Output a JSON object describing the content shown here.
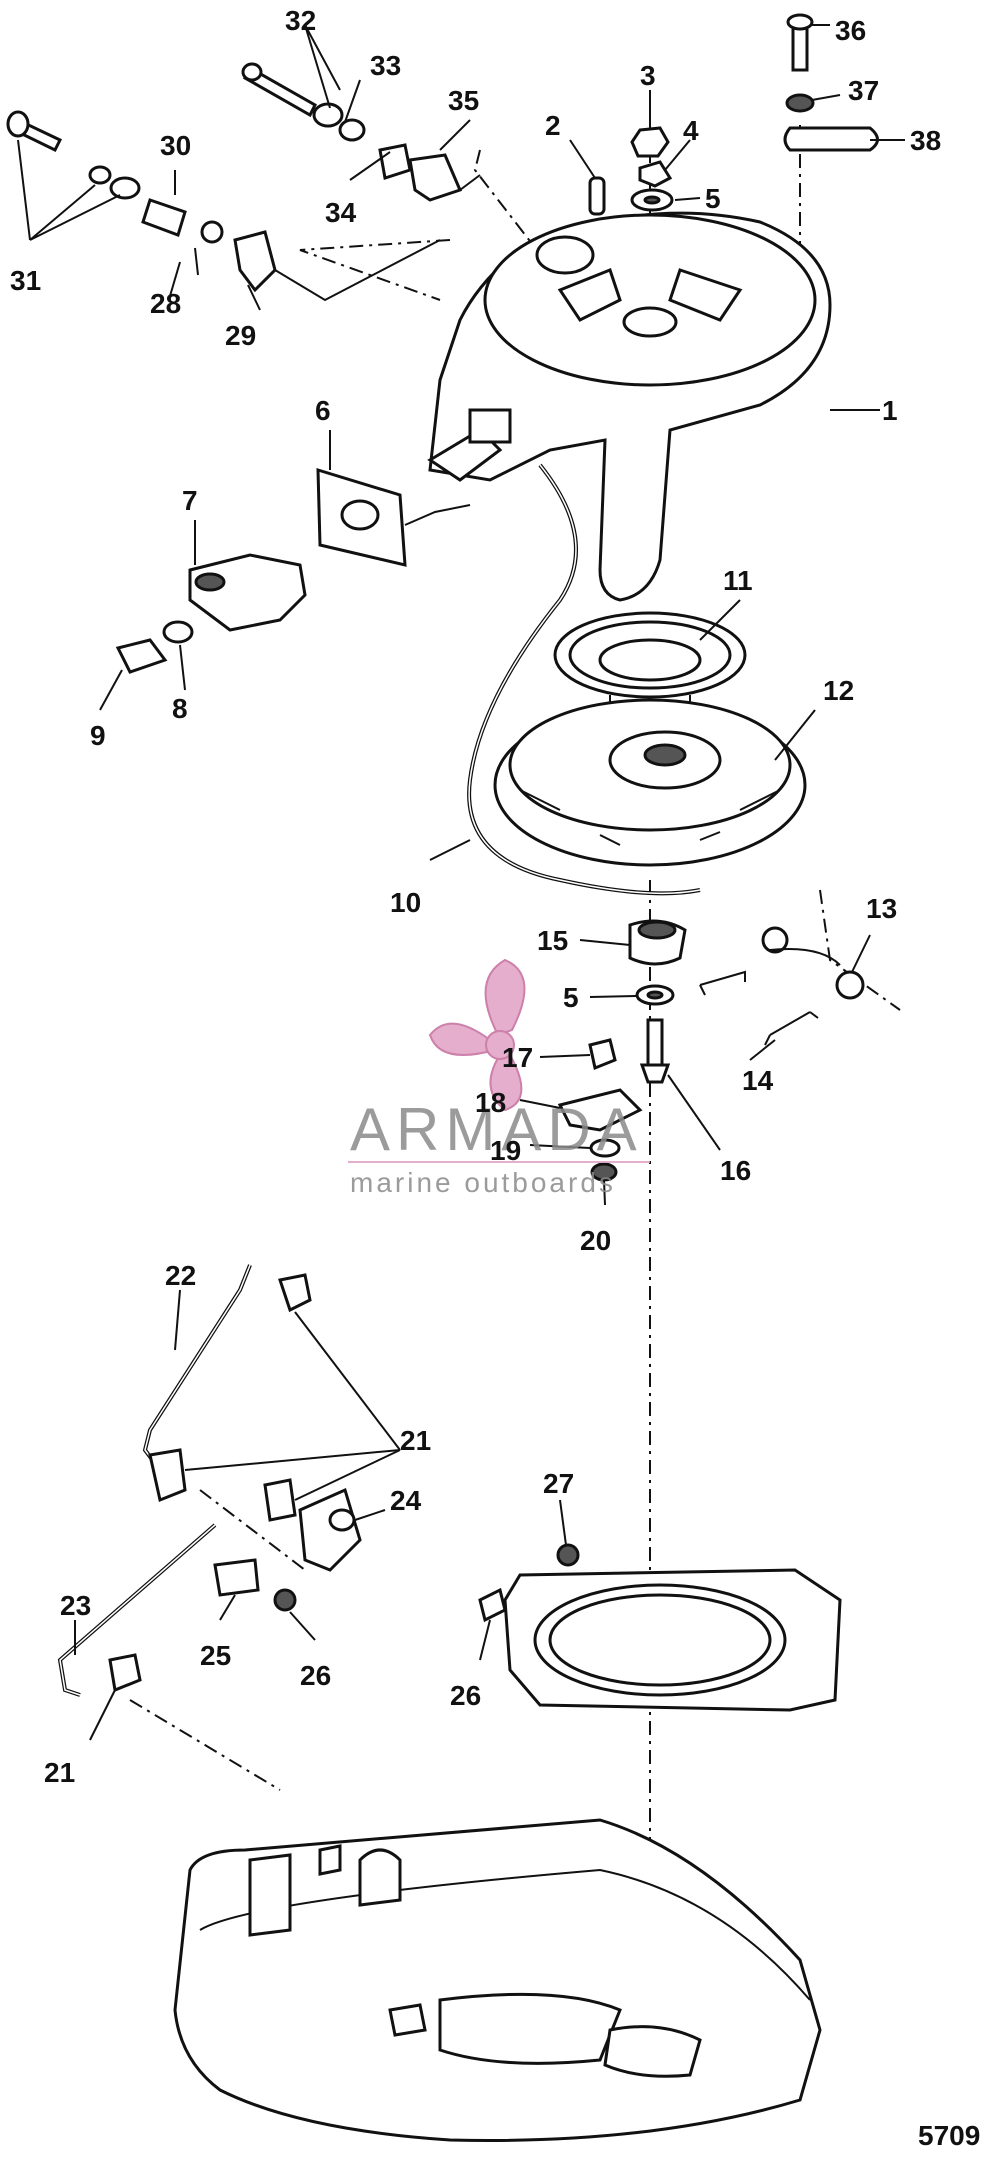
{
  "figure_number": "5709",
  "watermark": {
    "brand": "ARMADA",
    "tagline": "marine outboards",
    "accent_color": "#e0a0c4"
  },
  "labels": [
    "1",
    "2",
    "3",
    "4",
    "5",
    "6",
    "7",
    "8",
    "9",
    "10",
    "11",
    "12",
    "13",
    "14",
    "15",
    "5",
    "16",
    "17",
    "18",
    "19",
    "20",
    "21",
    "21",
    "22",
    "23",
    "24",
    "25",
    "26",
    "26",
    "27",
    "28",
    "29",
    "30",
    "31",
    "32",
    "33",
    "34",
    "35",
    "36",
    "37",
    "38"
  ]
}
